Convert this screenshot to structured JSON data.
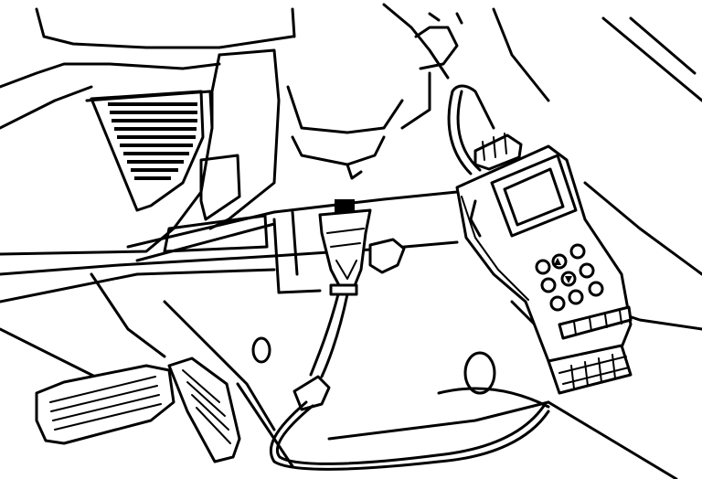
{
  "figure": {
    "background": "#ffffff",
    "ink": "#000000",
    "components": [
      "dashboard-lower-panel",
      "air-vent",
      "steering-column",
      "brake-pedal",
      "accelerator-pedal",
      "diagnostic-connector",
      "cable",
      "hand-held-tester"
    ],
    "tester": {
      "screen_text": "",
      "key_count": 9
    }
  }
}
